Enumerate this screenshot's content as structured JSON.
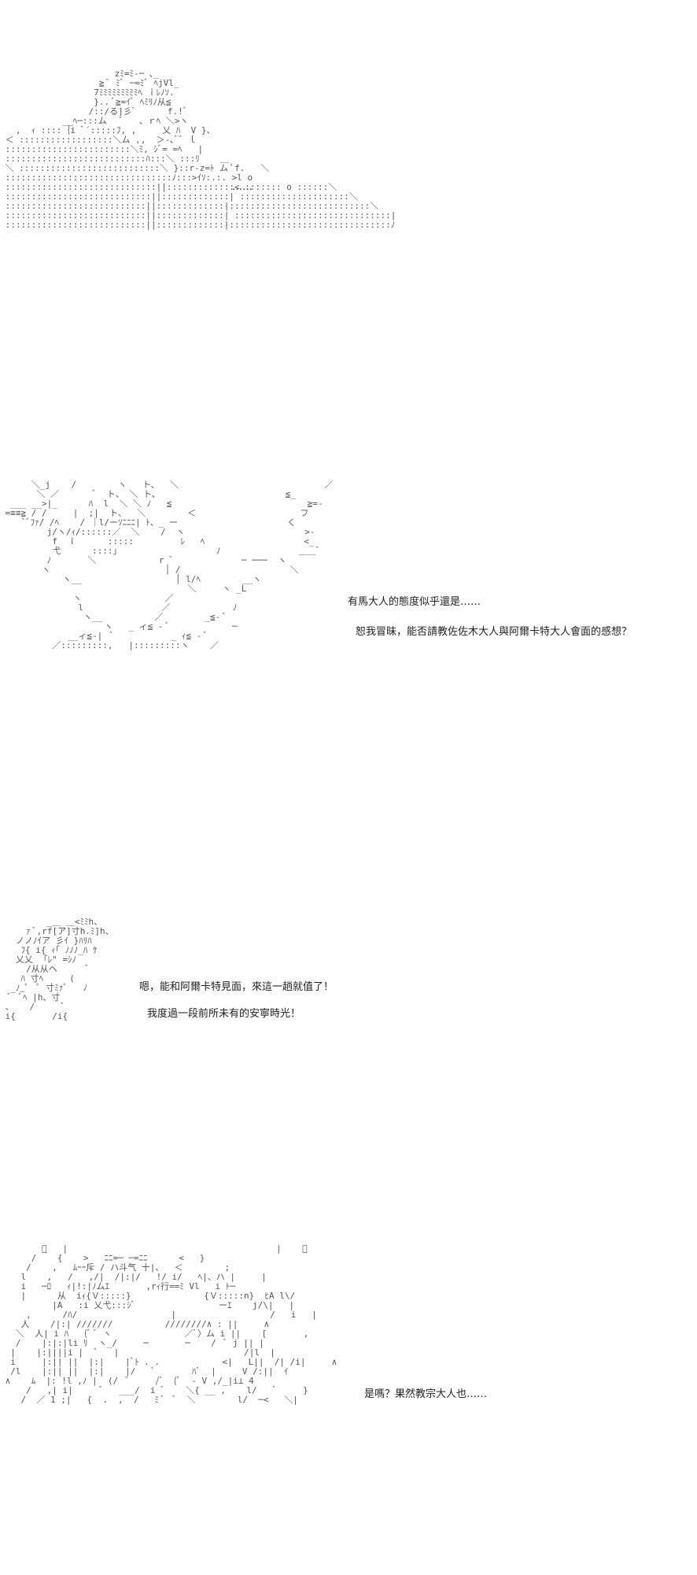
{
  "panels": [
    {
      "ellipsis": "……",
      "dialog": []
    },
    {
      "dialog": [
        "有馬大人的態度似乎還是……",
        "恕我冒昧，能否請教佐佐木大人與阿爾卡特大人會面的感想？"
      ]
    },
    {
      "dialog": [
        "嗯，能和阿爾卡特見面，來這一趟就值了！",
        "我度過一段前所未有的安寧時光！"
      ]
    },
    {
      "dialog": [
        "是嗎？果然教宗大人也……"
      ]
    }
  ]
}
